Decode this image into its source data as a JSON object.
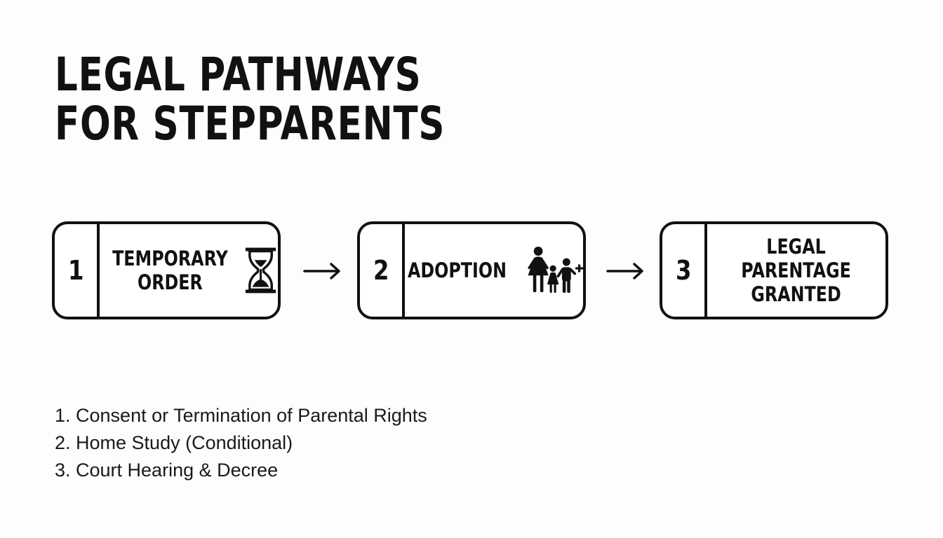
{
  "title": {
    "line1": "LEGAL PATHWAYS",
    "line2": "FOR STEPPARENTS"
  },
  "steps": [
    {
      "number": "1",
      "label_lines": [
        "TEMPORARY",
        "ORDER"
      ],
      "icon": "hourglass-icon"
    },
    {
      "number": "2",
      "label_lines": [
        "ADOPTION"
      ],
      "icon": "family-icon"
    },
    {
      "number": "3",
      "label_lines": [
        "LEGAL",
        "PARENTAGE",
        "GRANTED"
      ],
      "icon": ""
    }
  ],
  "arrows": [
    "arrow-right-icon",
    "arrow-right-icon"
  ],
  "notes": [
    "1. Consent or Termination of Parental Rights",
    "2. Home Study (Conditional)",
    "3. Court Hearing & Decree"
  ],
  "colors": {
    "background": "#fdfdfd",
    "ink": "#111111"
  }
}
